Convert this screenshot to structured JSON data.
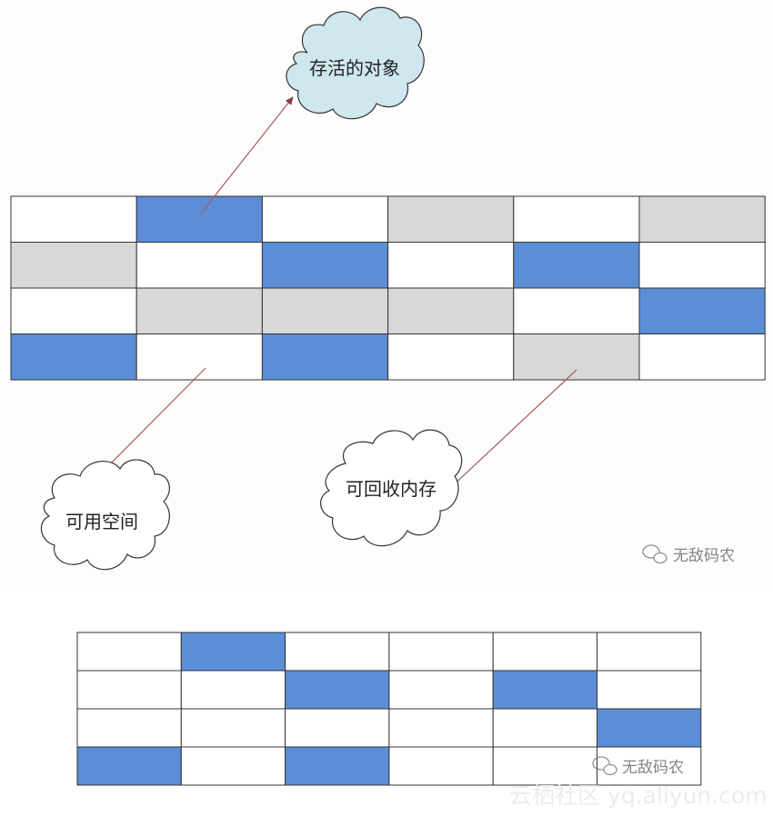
{
  "colors": {
    "live": "#5b8ed6",
    "reclaimable": "#d8d8d8",
    "free": "#ffffff",
    "grid_line": "#333333",
    "arrow": "#a85b5b",
    "cloud_live_fill": "#cfe7ef",
    "cloud_other_fill": "#ffffff"
  },
  "clouds": {
    "live_label": "存活的对象",
    "free_label": "可用空间",
    "reclaim_label": "可回收内存"
  },
  "watermarks": {
    "wechat_1": "无敌码农",
    "wechat_2": "无敌码农",
    "site": "云栖社区 yq.aliyun.com"
  },
  "before_grid": [
    [
      "free",
      "live",
      "free",
      "reclaimable",
      "free",
      "reclaimable"
    ],
    [
      "reclaimable",
      "free",
      "live",
      "free",
      "live",
      "free"
    ],
    [
      "free",
      "reclaimable",
      "reclaimable",
      "reclaimable",
      "free",
      "live"
    ],
    [
      "live",
      "free",
      "live",
      "free",
      "reclaimable",
      "free"
    ]
  ],
  "after_grid": [
    [
      "free",
      "live",
      "free",
      "free",
      "free",
      "free"
    ],
    [
      "free",
      "free",
      "live",
      "free",
      "live",
      "free"
    ],
    [
      "free",
      "free",
      "free",
      "free",
      "free",
      "live"
    ],
    [
      "live",
      "free",
      "live",
      "free",
      "free",
      "free"
    ]
  ]
}
